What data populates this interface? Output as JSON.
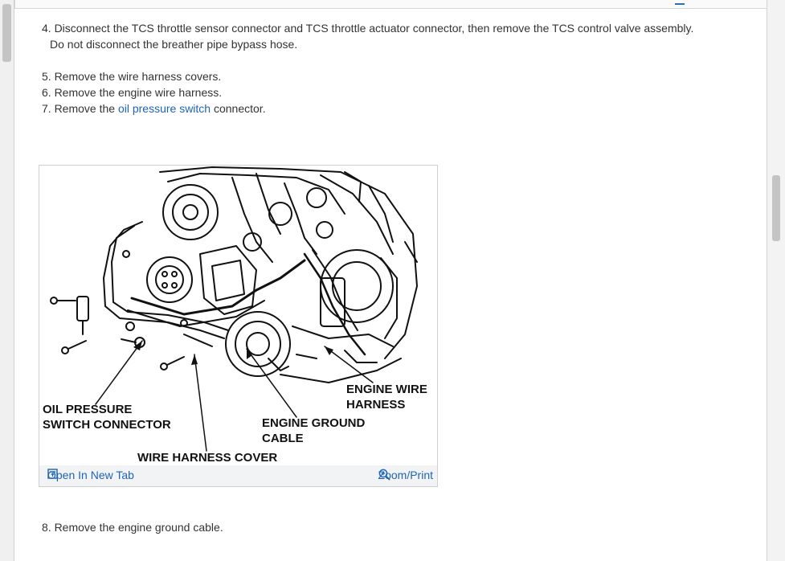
{
  "steps": {
    "s4_line1": "4. Disconnect the TCS throttle sensor connector and TCS throttle actuator connector, then remove the TCS control valve assembly.",
    "s4_line2": "Do not disconnect the breather pipe bypass hose.",
    "s5": "5. Remove the wire harness covers.",
    "s6": "6. Remove the engine wire harness.",
    "s7_prefix": "7. Remove the ",
    "s7_link": "oil pressure switch",
    "s7_suffix": " connector.",
    "s8": "8. Remove the engine ground cable."
  },
  "figure": {
    "labels": {
      "oil_l1": "OIL PRESSURE",
      "oil_l2": "SWITCH CONNECTOR",
      "wire_cover": "WIRE HARNESS COVER",
      "ground_l1": "ENGINE GROUND",
      "ground_l2": "CABLE",
      "harness_l1": "ENGINE WIRE",
      "harness_l2": "HARNESS"
    },
    "open_tab": "Open In New Tab",
    "zoom_print": "Zoom/Print"
  },
  "colors": {
    "link": "#1f64b4",
    "text": "#333333"
  },
  "icons": {
    "open_tab": "open-new-tab-icon",
    "zoom": "zoom-in-icon"
  }
}
